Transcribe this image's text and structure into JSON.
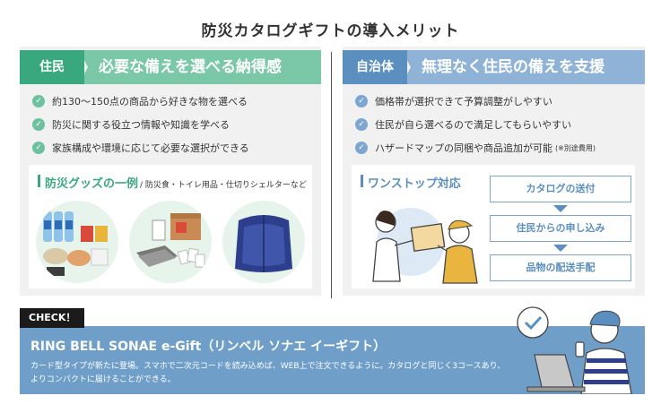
{
  "page": {
    "title": "防災カタログギフトの導入メリット"
  },
  "left": {
    "tag": "住民",
    "heading": "必要な備えを選べる納得感",
    "checks": [
      "約130〜150点の商品から好きな物を選べる",
      "防災に関する役立つ情報や知識を学べる",
      "家族構成や環境に応じて必要な選択ができる"
    ],
    "card": {
      "title": "防災グッズの一例",
      "subtitle": "/ 防災食・トイレ用品・仕切りシェルターなど"
    }
  },
  "right": {
    "tag": "自治体",
    "heading": "無理なく住民の備えを支援",
    "checks": [
      "価格帯が選択できて予算調整がしやすい",
      "住民が自ら選べるので満足してもらいやすい",
      "ハザードマップの同梱や商品追加が可能"
    ],
    "check_note": "(※別途費用)",
    "card": {
      "title": "ワンストップ対応",
      "steps": [
        "カタログの送付",
        "住民からの申し込み",
        "品物の配送手配"
      ]
    }
  },
  "banner": {
    "label": "CHECK！",
    "title": "RING BELL SONAE e-Gift（リンベル ソナエ イーギフト）",
    "description": "カード型タイプが新たに登場。スマホで二次元コードを読み込めば、WEB上で注文できるように。カタログと同じく3コースあり、よりコンパクトに届けることができる。"
  },
  "colors": {
    "green_dark": "#3aa87f",
    "green_light": "#7ac8a8",
    "blue_dark": "#5a8fc0",
    "blue_light": "#8fb3d6",
    "banner": "#6f9fc9"
  }
}
